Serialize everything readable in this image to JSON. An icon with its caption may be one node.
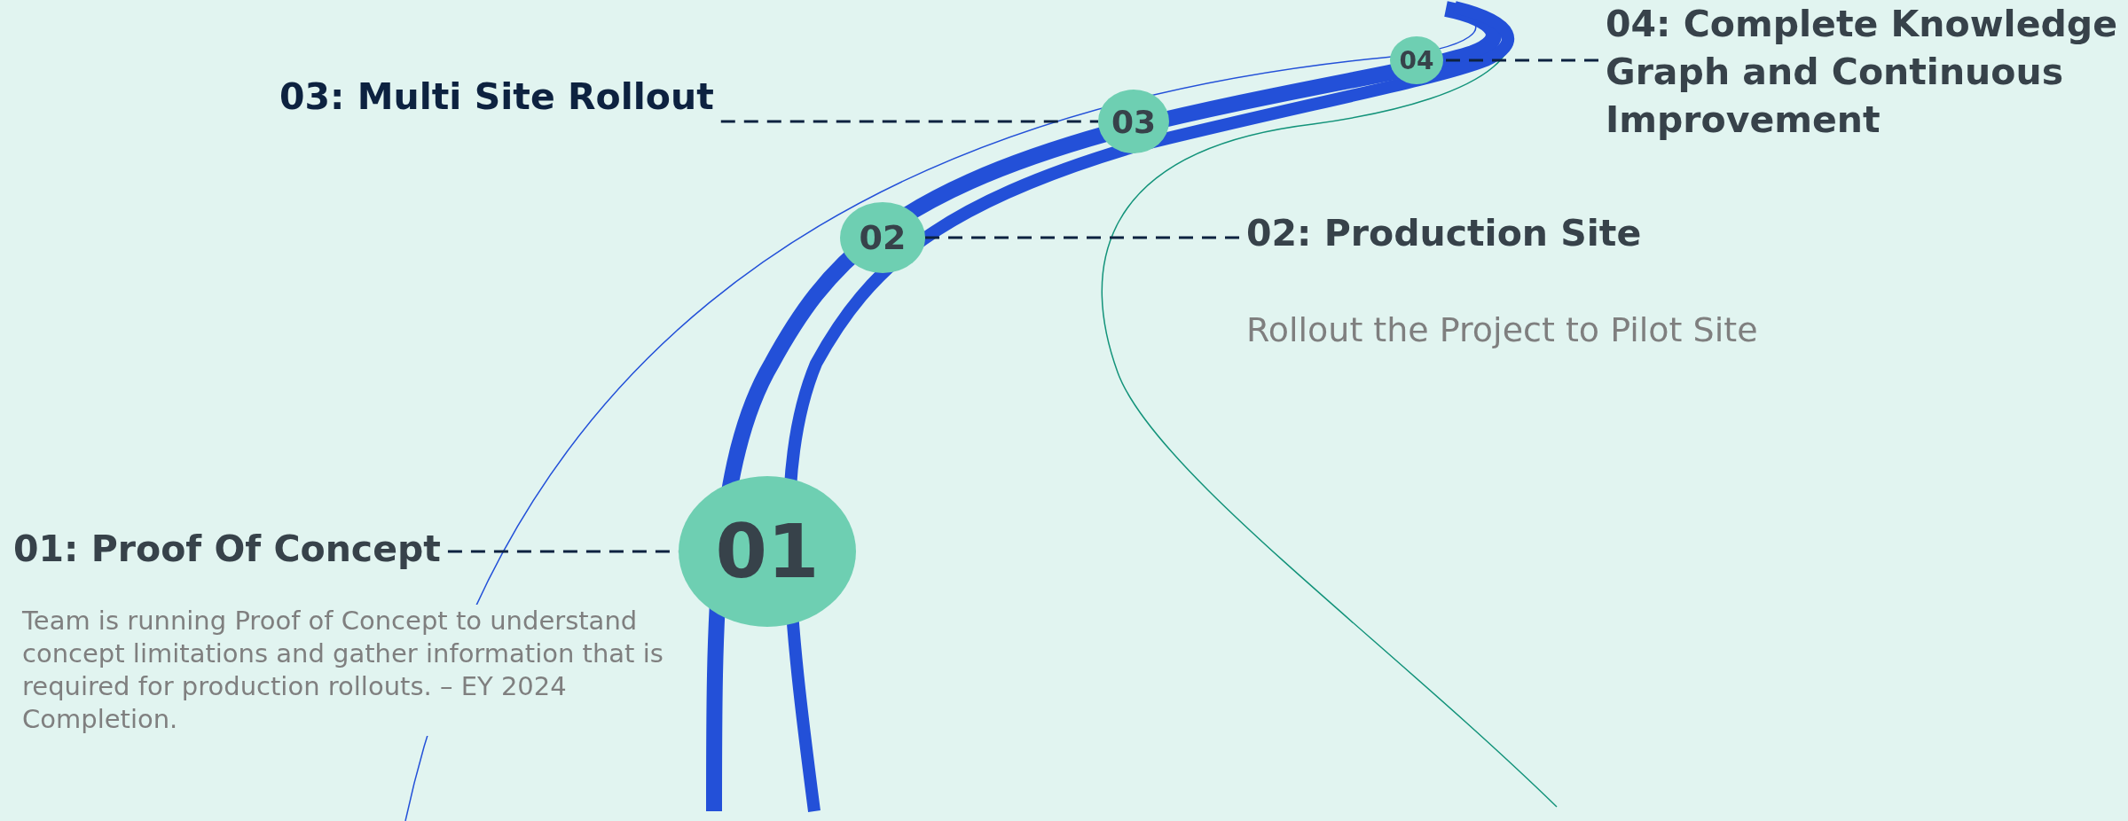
{
  "diagram": {
    "nodes": [
      {
        "text": [
          "01"
        ]
      },
      {
        "text": [
          "01: Proof Of Concept",
          "Team is running Proof of Concept to understand concept limitations and gather information that is required for production rollouts. – EY 2024 Completion."
        ]
      },
      {
        "text": [
          "02"
        ]
      },
      {
        "text": [
          "02: Production Site",
          "Rollout the Project to Pilot Site"
        ]
      },
      {
        "text": [
          "03"
        ]
      },
      {
        "text": [
          "03: Multi Site Rollout"
        ]
      },
      {
        "text": [
          "04"
        ]
      },
      {
        "text": [
          "04: Complete Knowledge Graph and Continuous Improvement"
        ]
      }
    ],
    "edges": [
      {
        "from": 1,
        "to": 0,
        "arrow": "none",
        "style": "dashed"
      },
      {
        "from": 3,
        "to": 2,
        "arrow": "none",
        "style": "dashed"
      },
      {
        "from": 5,
        "to": 4,
        "arrow": "none",
        "style": "dashed"
      },
      {
        "from": 7,
        "to": 6,
        "arrow": "none",
        "style": "dashed"
      }
    ]
  }
}
